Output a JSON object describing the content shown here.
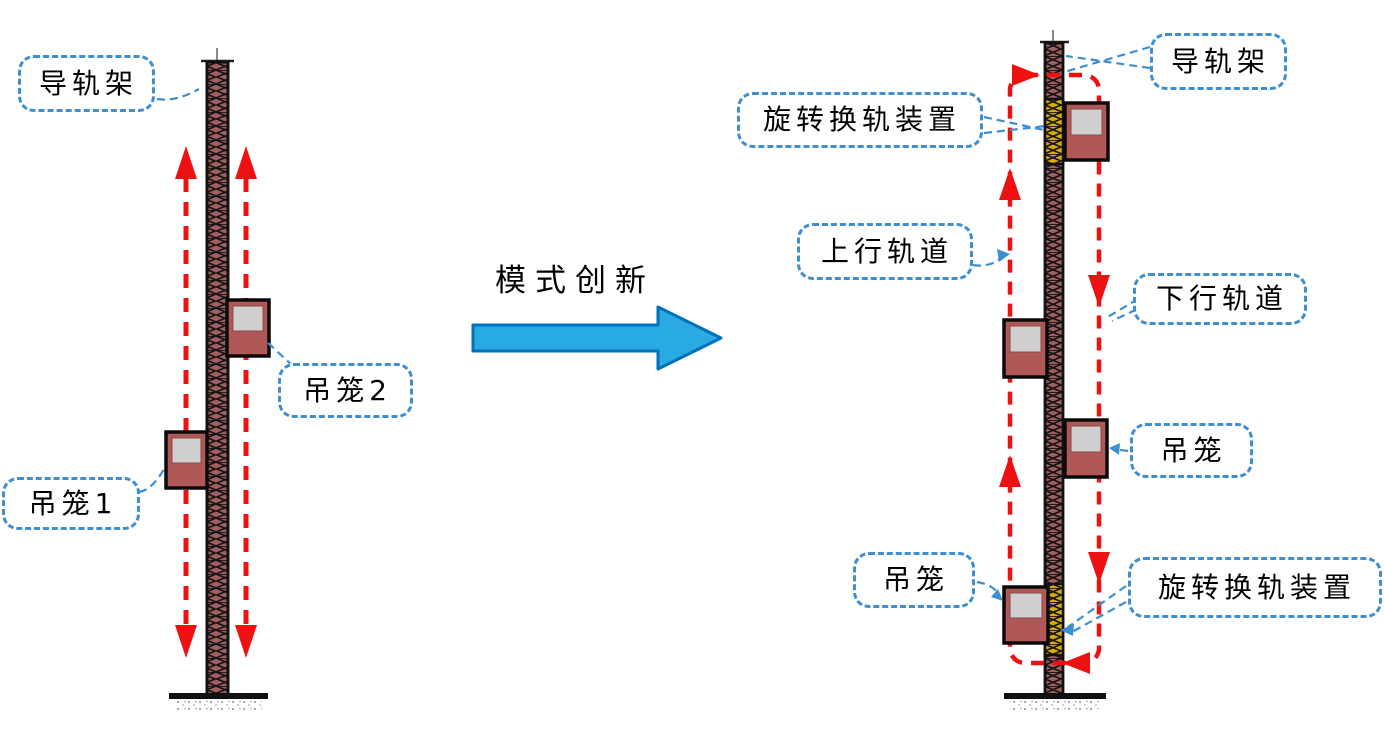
{
  "transition": {
    "caption": "模式创新"
  },
  "left_diagram": {
    "labels": {
      "guide_rail": "导轨架",
      "cage_2": "吊笼2",
      "cage_1": "吊笼1"
    }
  },
  "right_diagram": {
    "labels": {
      "guide_rail": "导轨架",
      "rotary_rail_change_top": "旋转换轨装置",
      "up_track": "上行轨道",
      "down_track": "下行轨道",
      "cage_right": "吊笼",
      "cage_left": "吊笼",
      "rotary_rail_change_bottom": "旋转换轨装置"
    }
  },
  "colors": {
    "track_arrow_red": "#EE1111",
    "transition_arrow_fill": "#29ABE2",
    "transition_arrow_stroke": "#0071BC",
    "callout_border_blue": "#3E8ED0",
    "mast_lattice_fill": "#A05F5F",
    "rail_change_yellow": "#D8AC00",
    "cage_body_red": "#B05858",
    "cage_window_gray": "#CFCFCF"
  }
}
